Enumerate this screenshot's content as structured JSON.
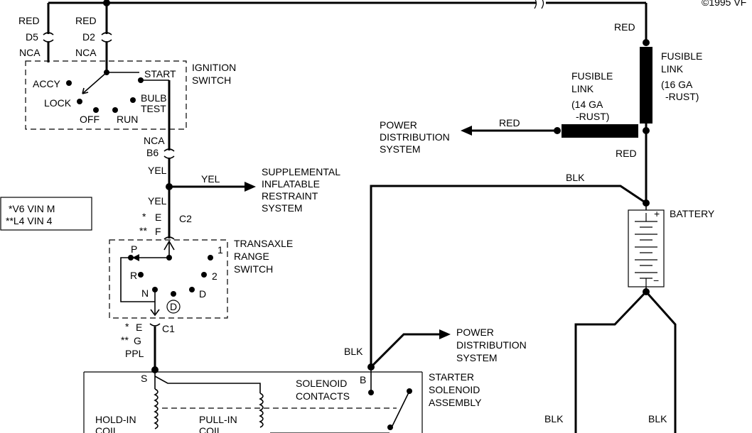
{
  "header": {
    "copyright_fragment": "©1995 VF"
  },
  "colors": {
    "wire": "#000000",
    "background": "#ffffff"
  },
  "wires": {
    "red": "RED",
    "yel": "YEL",
    "blk": "BLK",
    "ppl": "PPL",
    "nca": "NCA"
  },
  "connectors": {
    "d5": "D5",
    "d2": "D2",
    "b6": "B6",
    "c2": "C2",
    "c1": "C1",
    "c2_e": "E",
    "c2_f": "F",
    "c1_e": "E",
    "c1_g": "G",
    "star1": "*",
    "star2": "**"
  },
  "ignition_switch": {
    "label_line1": "IGNITION",
    "label_line2": "SWITCH",
    "start": "START",
    "accy": "ACCY",
    "lock": "LOCK",
    "bulb": "BULB",
    "test": "TEST",
    "off": "OFF",
    "run": "RUN"
  },
  "fusible_link_14": {
    "line1": "FUSIBLE",
    "line2": "LINK",
    "line3": "(14 GA",
    "line4": "-RUST)"
  },
  "fusible_link_16": {
    "line1": "FUSIBLE",
    "line2": "LINK",
    "line3": "(16 GA",
    "line4": "-RUST)"
  },
  "power_distribution": {
    "line1": "POWER",
    "line2": "DISTRIBUTION",
    "line3": "SYSTEM"
  },
  "sir": {
    "line1": "SUPPLEMENTAL",
    "line2": "INFLATABLE",
    "line3": "RESTRAINT",
    "line4": "SYSTEM"
  },
  "notes": {
    "line1": "*V6 VIN M",
    "line2": "**L4 VIN 4"
  },
  "transaxle": {
    "label_line1": "TRANSAXLE",
    "label_line2": "RANGE",
    "label_line3": "SWITCH",
    "p": "P",
    "r": "R",
    "n": "N",
    "d_circle": "D",
    "d": "D",
    "one": "1",
    "two": "2"
  },
  "battery": {
    "label": "BATTERY",
    "plus": "+",
    "minus": "−"
  },
  "starter": {
    "label_line1": "STARTER",
    "label_line2": "SOLENOID",
    "label_line3": "ASSEMBLY",
    "s": "S",
    "b": "B",
    "contacts_line1": "SOLENOID",
    "contacts_line2": "CONTACTS",
    "hold_in_line1": "HOLD-IN",
    "hold_in_line2": "COIL",
    "pull_in_line1": "PULL-IN",
    "pull_in_line2": "COIL"
  }
}
